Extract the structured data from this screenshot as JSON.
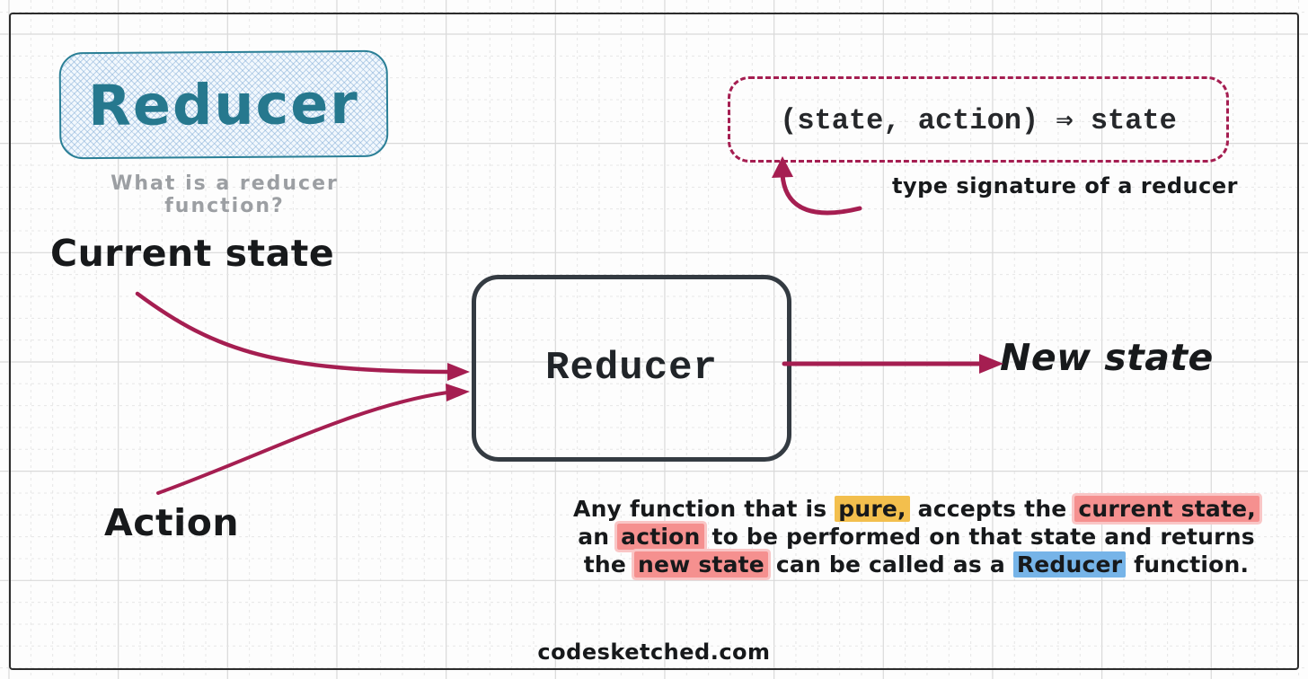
{
  "header": {
    "title": "Reducer",
    "subtitle": "What is a reducer function?"
  },
  "signature": {
    "code": "(state, action) ⇒ state",
    "caption": "type signature of a reducer"
  },
  "flow": {
    "input_top": "Current state",
    "input_bottom": "Action",
    "process": "Reducer",
    "output": "New state"
  },
  "description": {
    "line1": [
      {
        "text": "Any function that is "
      },
      {
        "text": "pure,",
        "hl": "yellow"
      },
      {
        "text": " accepts the "
      },
      {
        "text": "current state,",
        "hl": "salmon"
      }
    ],
    "line2": [
      {
        "text": "an "
      },
      {
        "text": "action",
        "hl": "salmon"
      },
      {
        "text": " to be performed on that state and returns"
      }
    ],
    "line3": [
      {
        "text": "the "
      },
      {
        "text": "new state",
        "hl": "salmon"
      },
      {
        "text": " can be called as a "
      },
      {
        "text": "Reducer",
        "hl": "blue"
      },
      {
        "text": " function."
      }
    ]
  },
  "footer": {
    "site": "codesketched.com"
  },
  "icons": {
    "arrows": [
      "current-state-arrow",
      "action-arrow",
      "output-arrow",
      "signature-arrow"
    ]
  },
  "colors": {
    "paper": "#fdfdfd",
    "ink": "#17191b",
    "gray": "#9c9fa3",
    "teal": "#26788e",
    "tealBorder": "#2a7f96",
    "tealFill": "#f2f8fd",
    "crimson": "#a51e51",
    "dark": "#343b42",
    "yellow": "#f3bf4d",
    "salmon": "#f5908f",
    "salmonRim": "#f9c6c6",
    "blue": "#76b4e8",
    "gridMinor": "#e6e6e6",
    "gridMajor": "#d9d9d9",
    "frame": "#2c2c2c"
  }
}
